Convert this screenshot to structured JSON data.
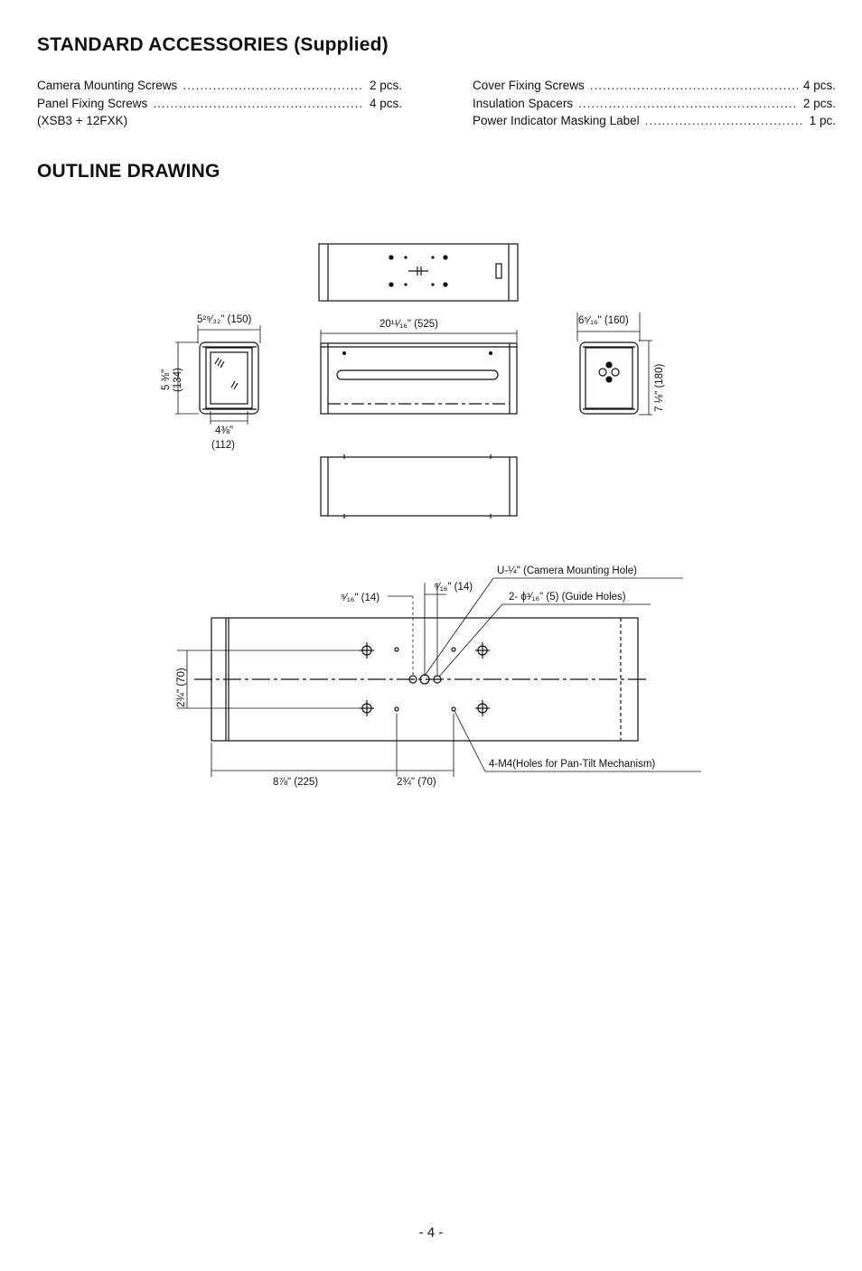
{
  "page": {
    "title_accessories": "STANDARD ACCESSORIES (Supplied)",
    "title_outline": "OUTLINE DRAWING",
    "page_number": "- 4 -"
  },
  "accessories": {
    "left": [
      {
        "label": "Camera Mounting Screws",
        "qty": "2 pcs."
      },
      {
        "label": "Panel Fixing Screws",
        "qty": "4 pcs."
      },
      {
        "label": "(XSB3 + 12FXK)",
        "qty": ""
      }
    ],
    "right": [
      {
        "label": "Cover Fixing Screws",
        "qty": "4 pcs."
      },
      {
        "label": "Insulation Spacers",
        "qty": "2 pcs."
      },
      {
        "label": "Power Indicator Masking Label",
        "qty": "1 pc."
      }
    ]
  },
  "dimensions": {
    "front_width": "5²⁹⁄₃₂\" (150)",
    "front_height_in": "5 ⅜\"",
    "front_height_mm": "(134)",
    "front_bottom_in": "4⅜\"",
    "front_bottom_mm": "(112)",
    "side_length": "20¹¹⁄₁₆\" (525)",
    "rear_width": "6⁵⁄₁₆\" (160)",
    "rear_height": "7 ⅛\" (180)"
  },
  "bottom_view": {
    "camera_hole": "U-¼\" (Camera Mounting Hole)",
    "guide_holes": "2- ϕ³⁄₁₆\" (5) (Guide Holes)",
    "pan_tilt_holes": "4-M4(Holes for Pan-Tilt Mechanism)",
    "dim_left_14": "⁹⁄₁₆\" (14)",
    "dim_right_14": "⁹⁄₁₆\" (14)",
    "dim_vertical_70": "2¾\" (70)",
    "dim_225": "8⅞\" (225)",
    "dim_70": "2¾\" (70)"
  }
}
